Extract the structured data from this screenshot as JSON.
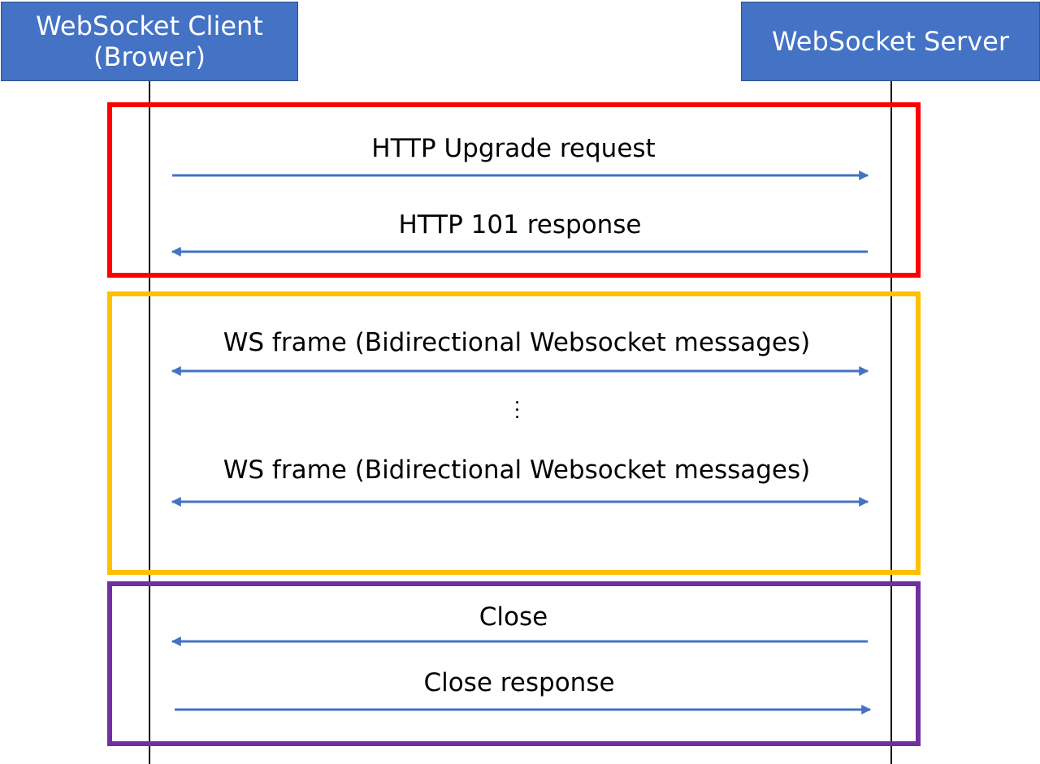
{
  "actors": {
    "client": {
      "line1": "WebSocket Client",
      "line2": "(Brower)"
    },
    "server": {
      "label": "WebSocket Server"
    }
  },
  "colors": {
    "actor_fill": "#4472c4",
    "arrow": "#4472c4",
    "lifeline": "#000000",
    "handshake_frame": "#ff0000",
    "data_frame": "#ffc000",
    "close_frame": "#7030a0"
  },
  "messages": [
    {
      "label": "HTTP Upgrade request",
      "direction": "client-to-server"
    },
    {
      "label": "HTTP 101 response",
      "direction": "server-to-client"
    },
    {
      "label": "WS frame (Bidirectional Websocket messages)",
      "direction": "bidirectional"
    },
    {
      "label": "WS frame (Bidirectional Websocket messages)",
      "direction": "bidirectional"
    },
    {
      "label": "Close",
      "direction": "server-to-client"
    },
    {
      "label": "Close response",
      "direction": "client-to-server"
    }
  ],
  "continuation_marker": "ellipsis-vertical"
}
